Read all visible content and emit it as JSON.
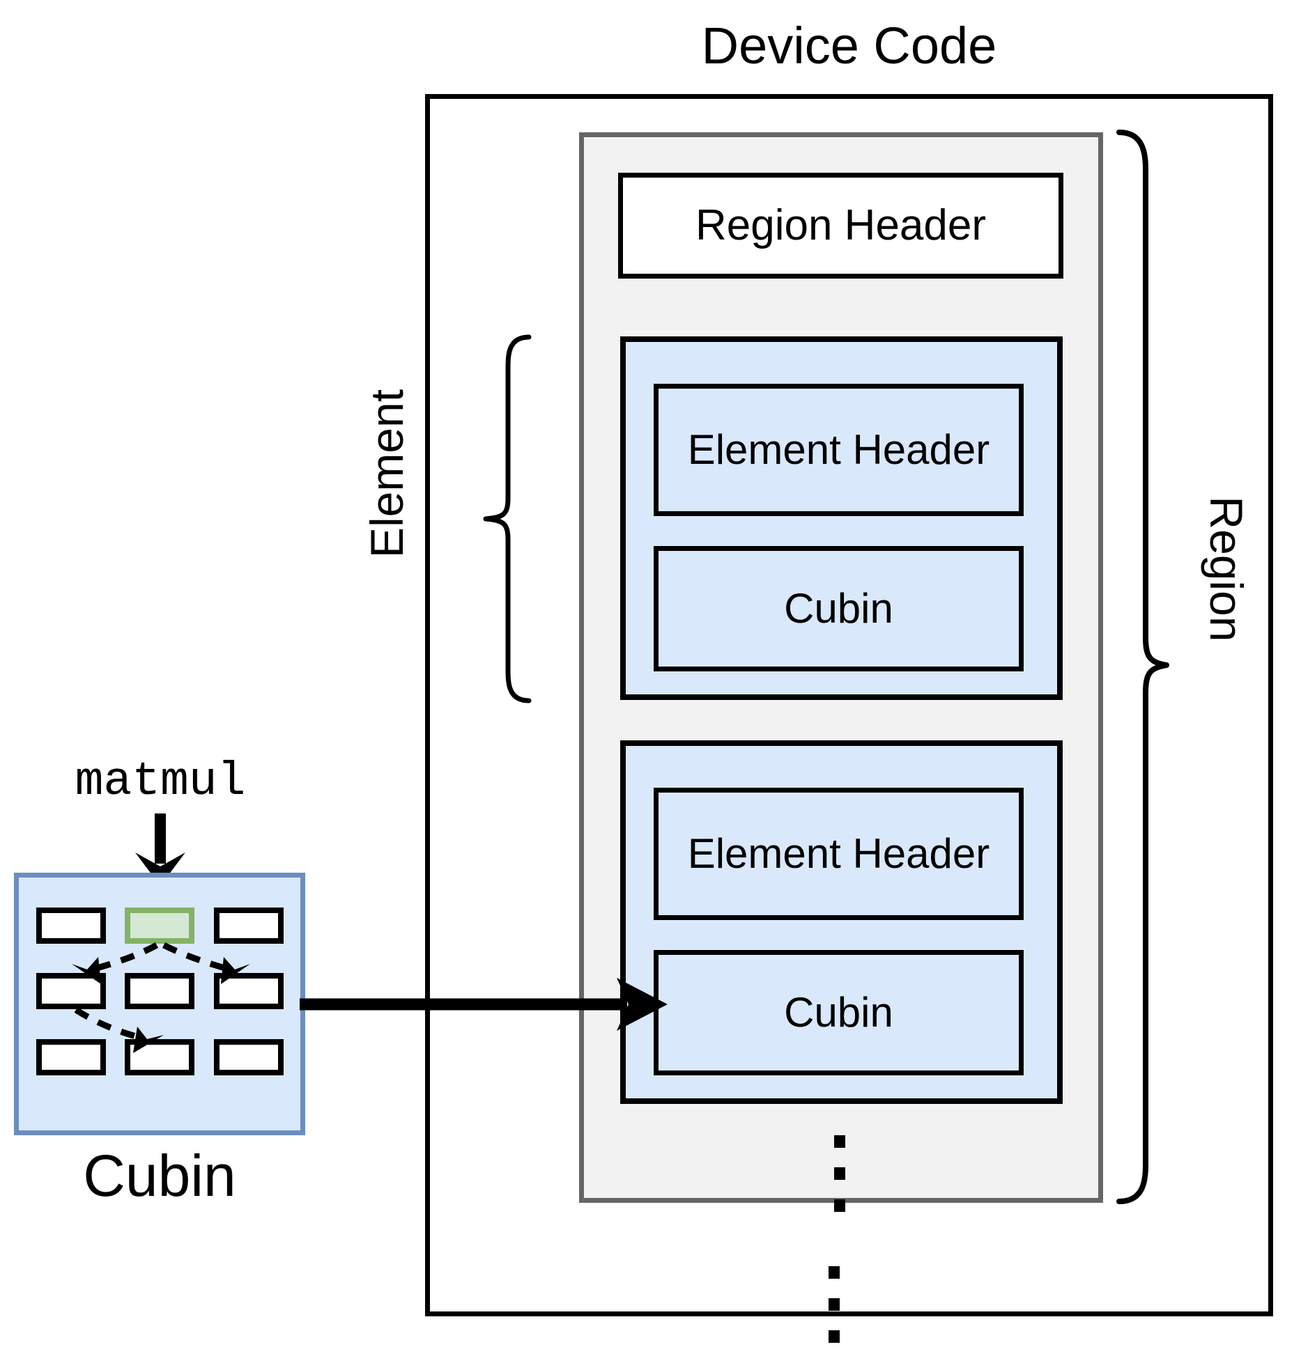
{
  "title": "Device Code",
  "device_code": {
    "label": "Device Code",
    "ellipsis_dots": 3
  },
  "region": {
    "brace_label": "Region",
    "header_label": "Region Header",
    "ellipsis_dots": 3,
    "fill_color": "#f2f2f2",
    "border_color": "#666666"
  },
  "element": {
    "brace_label": "Element",
    "fill_color": "#dae8fc",
    "border_color": "#000000",
    "items": [
      {
        "header_label": "Element Header",
        "cubin_label": "Cubin"
      },
      {
        "header_label": "Element Header",
        "cubin_label": "Cubin"
      }
    ]
  },
  "cubin_panel": {
    "kernel_label": "matmul",
    "caption": "Cubin",
    "fill_color": "#dae8fc",
    "border_color": "#6c8ebf",
    "highlight_fill": "#d5e8d4",
    "highlight_border": "#82b366",
    "grid_rows": 3,
    "grid_cols": 3,
    "highlighted_cell": {
      "row": 0,
      "col": 1
    },
    "call_edges": [
      {
        "from": "r0c1",
        "to": "r1c0"
      },
      {
        "from": "r0c1",
        "to": "r1c2"
      },
      {
        "from": "r1c0",
        "to": "r2c1"
      }
    ]
  },
  "connection": {
    "from": "cubin_panel",
    "to": "element_2_cubin"
  }
}
